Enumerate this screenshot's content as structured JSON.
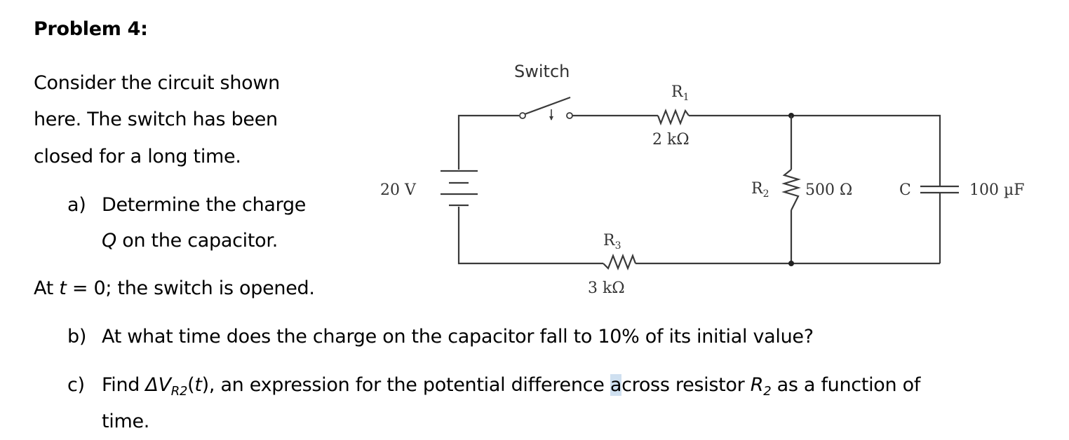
{
  "problem": {
    "title": "Problem 4:",
    "intro_lines": [
      "Consider the circuit shown",
      "here. The switch has been",
      "closed for a long time."
    ],
    "part_a": {
      "label": "a)",
      "line1": "Determine the charge",
      "line2_var": "Q",
      "line2_rest": " on the capacitor."
    },
    "t0_statement": {
      "prefix": "At ",
      "var": "t",
      "rest": " = 0; the switch is opened."
    },
    "part_b": {
      "label": "b)",
      "text": "At what time does the charge on the capacitor fall to 10% of its initial value?"
    },
    "part_c": {
      "label": "c)",
      "find": "Find ",
      "delta_v": "ΔV",
      "delta_v_sub": "R2",
      "arg_open": "(",
      "arg_var": "t",
      "arg_close": "), an expression for the potential difference ",
      "highlight": "a",
      "text_mid": "cross resistor ",
      "r_var": "R",
      "r_sub": "2",
      "text_end": " as a function of",
      "line2": "time."
    }
  },
  "circuit": {
    "switch_label": "Switch",
    "battery": {
      "value": "20 V"
    },
    "r1": {
      "name": "R",
      "sub": "1",
      "value": "2 kΩ"
    },
    "r2": {
      "name": "R",
      "sub": "2",
      "value": "500 Ω"
    },
    "r3": {
      "name": "R",
      "sub": "3",
      "value": "3 kΩ"
    },
    "capacitor": {
      "name": "C",
      "value": "100 µF"
    }
  }
}
